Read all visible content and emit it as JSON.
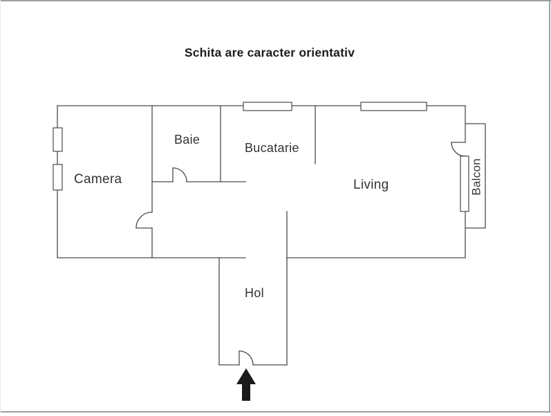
{
  "title": "Schita are caracter orientativ",
  "rooms": {
    "camera": {
      "label": "Camera"
    },
    "baie": {
      "label": "Baie"
    },
    "bucatarie": {
      "label": "Bucatarie"
    },
    "living": {
      "label": "Living"
    },
    "balcon": {
      "label": "Balcon"
    },
    "hol": {
      "label": "Hol"
    }
  },
  "symbols": {
    "entrance_arrow": "filled-arrow-pointing-up-at-hol-door",
    "door": "quarter-circle-swing-arc",
    "window": "double-line-rectangle-on-wall"
  },
  "counts": {
    "windows": 5,
    "doors": 4
  },
  "colors": {
    "wall": "#4a4a4a",
    "arrow": "#1a1a1a",
    "text": "#333335",
    "frame": "#9aa0a5",
    "background": "#ffffff"
  }
}
